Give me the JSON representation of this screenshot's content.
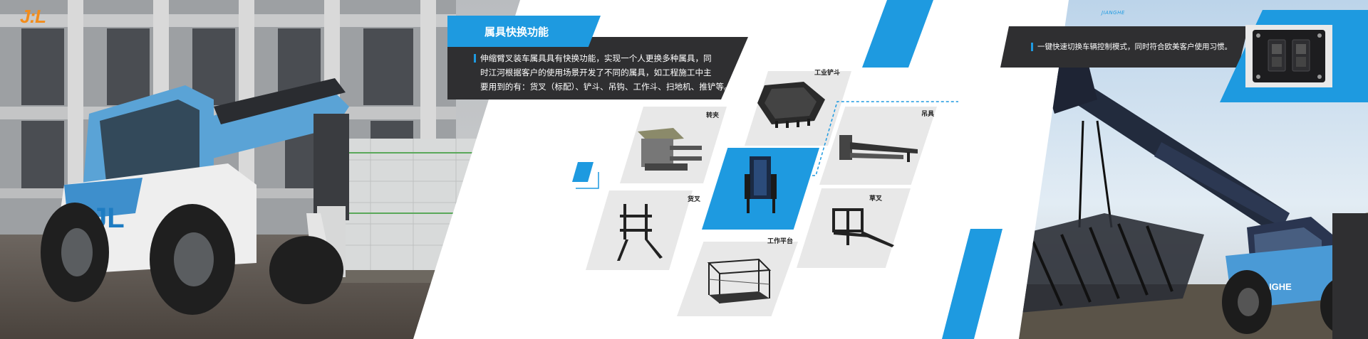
{
  "brand": {
    "logo_text": "J:L",
    "watermark": "JIANGHE"
  },
  "colors": {
    "accent_blue": "#1e9ae0",
    "dark_gray": "#2f2f31",
    "tile_gray": "#e8e8e8",
    "logo_orange": "#f28c1b"
  },
  "attachments_section": {
    "title": "属具快换功能",
    "description_lines": [
      "伸缩臂叉装车属具具有快换功能，实现一个人更换多种属具，同",
      "时江河根据客户的使用场景开发了不同的属具，如工程施工中主",
      "要用到的有：货叉（标配）、铲斗、吊钩、工作斗、扫地机、推铲等。"
    ],
    "tiles": [
      {
        "label": "转夹",
        "icon": "clamp-attachment"
      },
      {
        "label": "工业铲斗",
        "icon": "industrial-bucket"
      },
      {
        "label": "吊具",
        "icon": "hook-jib"
      },
      {
        "label": "货叉",
        "icon": "pallet-fork"
      },
      {
        "label": "",
        "icon": "quick-coupler"
      },
      {
        "label": "草叉",
        "icon": "grapple-fork"
      },
      {
        "label": "工作平台",
        "icon": "work-platform"
      }
    ]
  },
  "control_section": {
    "note": "一键快速切换车辆控制模式，同时符合欧美客户使用习惯。",
    "panel_icon": "switch-panel"
  },
  "machine": {
    "cab_text": "JIANGHE",
    "body_text": "JL"
  }
}
